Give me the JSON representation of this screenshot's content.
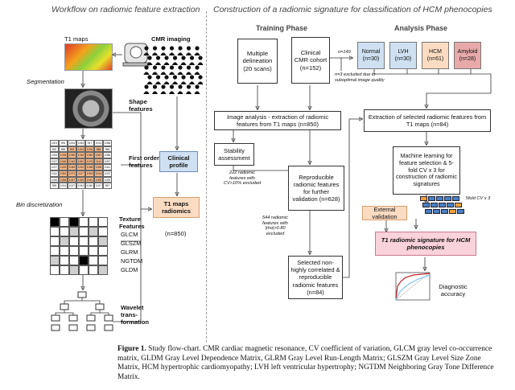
{
  "left_panel": {
    "header": "Workflow on radiomic feature extraction",
    "t1_maps": "T1 maps",
    "cmr_imaging": "CMR imaging",
    "segmentation": "Segmentation",
    "shape_features": "Shape features",
    "first_order_features": "First order features",
    "bin_discretization": "Bin discretization",
    "texture_features_title": "Texture Features",
    "texture_features": [
      "GLCM",
      "GLSZM",
      "GLRM",
      "NGTDM",
      "GLDM"
    ],
    "wavelet": "Wavelet trans-formation",
    "grid_values": [
      [
        "1001",
        "994",
        "1004",
        "1053",
        "947",
        "1013",
        "1086"
      ],
      [
        "900",
        "888",
        "993",
        "1003",
        "1034",
        "988",
        "986"
      ],
      [
        "1000",
        "1016",
        "1050",
        "1046",
        "1080",
        "1067",
        "1086"
      ],
      [
        "1027",
        "1046",
        "1043",
        "1081",
        "1076",
        "1114",
        "1057"
      ],
      [
        "1017",
        "1029",
        "1049",
        "1031",
        "1038",
        "1095",
        "1041"
      ],
      [
        "1041",
        "1052",
        "1071",
        "1117",
        "1094",
        "1014",
        "1037"
      ],
      [
        "1045",
        "1056",
        "1057",
        "1049",
        "1041",
        "1005",
        "1025"
      ],
      [
        "995",
        "1014",
        "1027",
        "1043",
        "1040",
        "1017",
        "987"
      ]
    ],
    "clinical_profile": "Clinical profile",
    "t1_radiomics": "T1 maps radiomics",
    "t1_radiomics_n": "(n=850)"
  },
  "right_panel": {
    "header": "Construction of a radiomic signature for classification of HCM phenocopies",
    "training_phase": "Training Phase",
    "analysis_phase": "Analysis Phase",
    "multiple_delineation": "Multiple delineation (20 scans)",
    "clinical_cmr_cohort": "Clinical CMR cohort (n=152)",
    "n149": "n=149",
    "n3_excluded": "n=3 excluded due to suboptimal image quality",
    "groups": [
      {
        "name": "Normal",
        "n": "(n=30)",
        "color": "#cfe0f2"
      },
      {
        "name": "LVH",
        "n": "(n=30)",
        "color": "#cfe0f2"
      },
      {
        "name": "HCM",
        "n": "(n=61)",
        "color": "#fbdcc2"
      },
      {
        "name": "Amyloid",
        "n": "(n=28)",
        "color": "#e8a9a9"
      }
    ],
    "image_analysis": "Image analysis - extraction of radiomic features from T1 maps (n=850)",
    "extraction_selected": "Extraction of selected radiomic features from T1 maps (n=84)",
    "stability": "Stability assessment",
    "excluded_222": "222 radiomic features with CV>10% excluded",
    "reproducible": "Reproducible radiomic features for further validation (n=628)",
    "excluded_544": "544 radiomic features with |rho|>0.80 excluded",
    "selected_non": "Selected non-highly correlated & reproducible radiomic features (n=84)",
    "machine_learning": "Machine learning for feature selection & 5-fold CV x 3 for construction of radiomic signatures",
    "fold_label": "5fold CV x 3",
    "external_validation": "External validation",
    "signature": "T1 radiomic signature for HCM phenocopies",
    "diagnostic_accuracy": "Diagnostic accuracy"
  },
  "caption": {
    "figure": "Figure 1.",
    "text": "Study flow-chart. CMR cardiac magnetic resonance, CV coefficient of variation, GLCM gray level co-occurrence matrix, GLDM Gray Level Dependence Matrix, GLRM Gray Level Run-Length Matrix; GLSZM Gray Level Size Zone Matrix, HCM hypertrophic cardiomyopathy; LVH left ventricular hypertrophy; NGTDM Neighboring Gray Tone Difference Matrix."
  }
}
